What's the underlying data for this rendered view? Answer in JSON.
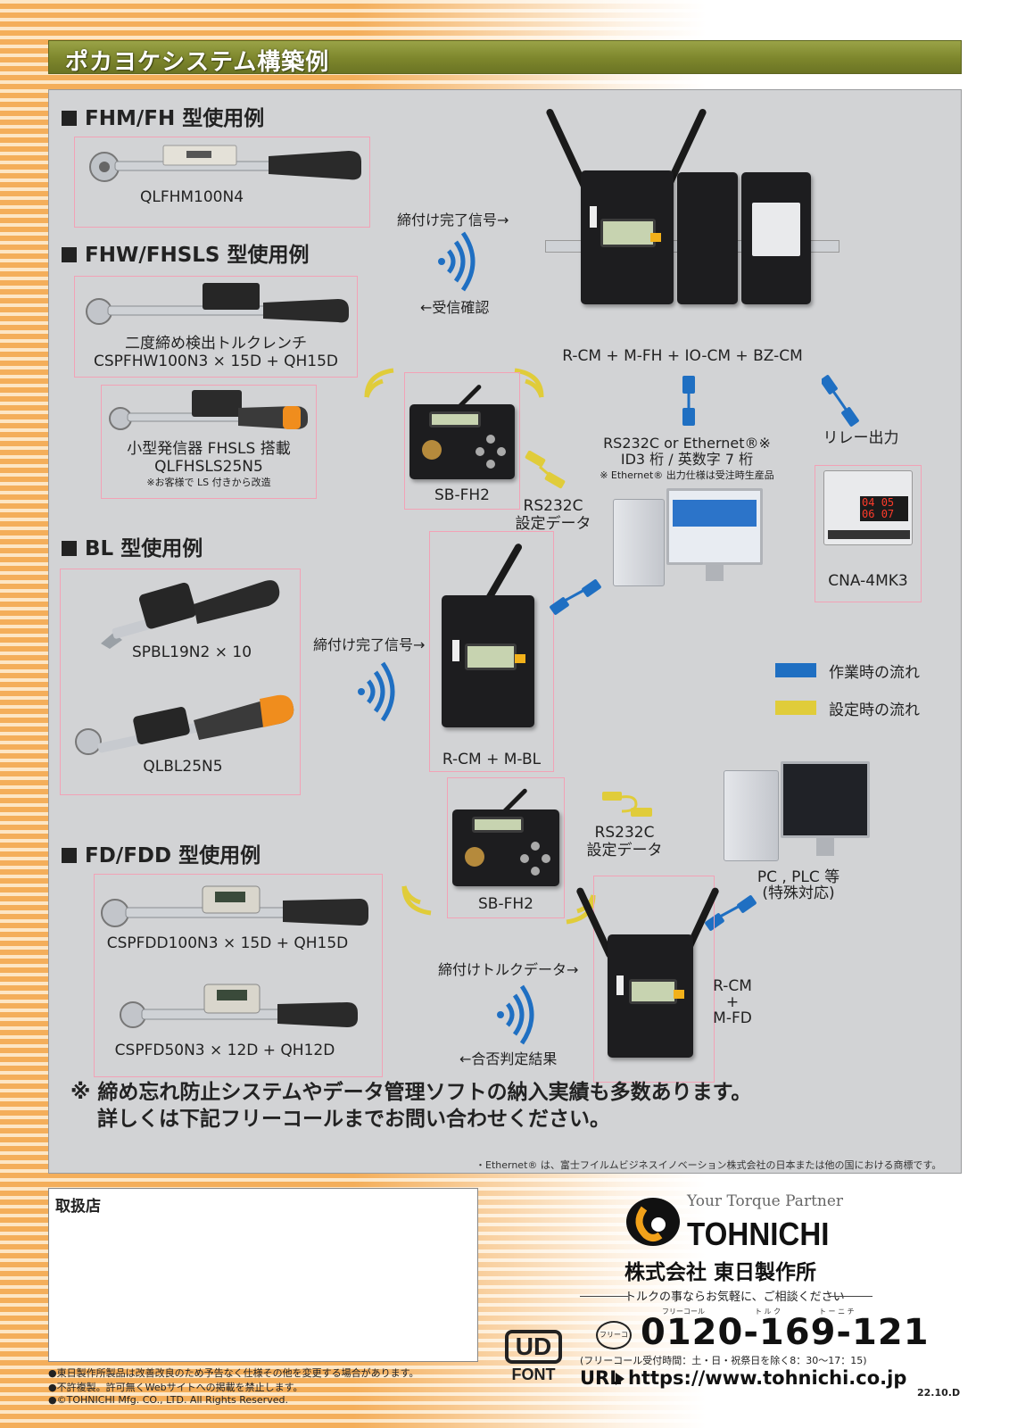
{
  "header": {
    "title": "ポカヨケシステム構築例"
  },
  "colors": {
    "header_bar": "#7d862c",
    "panel_bg": "#d2d3d5",
    "highlight_border": "#f2a2b6",
    "work_flow": "#1f6fc2",
    "setting_flow": "#e0cc3a"
  },
  "sections": {
    "fhm": {
      "title": "FHM/FH 型使用例",
      "product": "QLFHM100N4"
    },
    "fhw": {
      "title": "FHW/FHSLS 型使用例",
      "product1_line1": "二度締め検出トルクレンチ",
      "product1_line2": "CSPFHW100N3 × 15D + QH15D",
      "product2_line1": "小型発信器 FHSLS 搭載",
      "product2_line2": "QLFHSLS25N5",
      "product2_note": "※お客様で LS 付きから改造"
    },
    "bl": {
      "title": "BL 型使用例",
      "product1": "SPBL19N2 × 10",
      "product2": "QLBL25N5"
    },
    "fd": {
      "title": "FD/FDD 型使用例",
      "product1": "CSPFDD100N3 × 15D + QH15D",
      "product2": "CSPFD50N3 × 12D + QH12D"
    }
  },
  "signals": {
    "fh_complete": "締付け完了信号→",
    "fh_ack": "←受信確認",
    "bl_complete": "締付け完了信号→",
    "fd_data": "締付けトルクデータ→",
    "fd_result": "←合否判定結果"
  },
  "devices": {
    "main_unit": "R-CM + M-FH + IO-CM + BZ-CM",
    "sb_fh2_top": "SB-FH2",
    "sb_fh2_bottom": "SB-FH2",
    "bl_unit": "R-CM + M-BL",
    "fd_unit_line1": "R-CM",
    "fd_unit_line2": "+",
    "fd_unit_line3": "M-FD",
    "cna": "CNA-4MK3",
    "cna_display": [
      "04",
      "05",
      "06",
      "07"
    ],
    "pc_plc_line1": "PC , PLC 等",
    "pc_plc_line2": "(特殊対応)"
  },
  "connections": {
    "rs232_line1": "RS232C or Ethernet®※",
    "rs232_line2": "ID3 桁 / 英数字 7 桁",
    "rs232_note": "※ Ethernet® 出力仕様は受注時生産品",
    "relay": "リレー出力",
    "setting1_line1": "RS232C",
    "setting1_line2": "設定データ",
    "setting2_line1": "RS232C",
    "setting2_line2": "設定データ"
  },
  "legend": {
    "work": "作業時の流れ",
    "setting": "設定時の流れ"
  },
  "notes": {
    "main_line1": "※ 締め忘れ防止システムやデータ管理ソフトの納入実績も多数あります。",
    "main_line2": "詳しくは下記フリーコールまでお問い合わせください。",
    "trademark": "・Ethernet® は、富士フイルムビジネスイノベーション株式会社の日本または他の国における商標です。"
  },
  "footer": {
    "dealer_label": "取扱店",
    "disclaimer1": "●東日製作所製品は改善改良のため予告なく仕様その他を変更する場合があります。",
    "disclaimer2": "●不許複製。許可無くWebサイトへの掲載を禁止します。",
    "disclaimer3": "●©TOHNICHI Mfg. CO., LTD. All Rights Reserved.",
    "ud_font": "UD",
    "ud_font_sub": "FONT",
    "tagline": "Your Torque Partner",
    "brand": "TOHNICHI",
    "company": "株式会社 東日製作所",
    "consult": "トルクの事ならお気軽に、ご相談ください",
    "ruby_free": "フリーコール",
    "ruby_torque": "ト ル ク",
    "ruby_tohnichi": "ト ー ニ チ",
    "free_dial_icon": "フリーコール",
    "phone": "0120-169-121",
    "hours": "(フリーコール受付時間：土・日・祝祭日を除く8：30〜17：15)",
    "url_label": "URL",
    "url": "https://www.tohnichi.co.jp",
    "doc_code": "22.10.D"
  }
}
